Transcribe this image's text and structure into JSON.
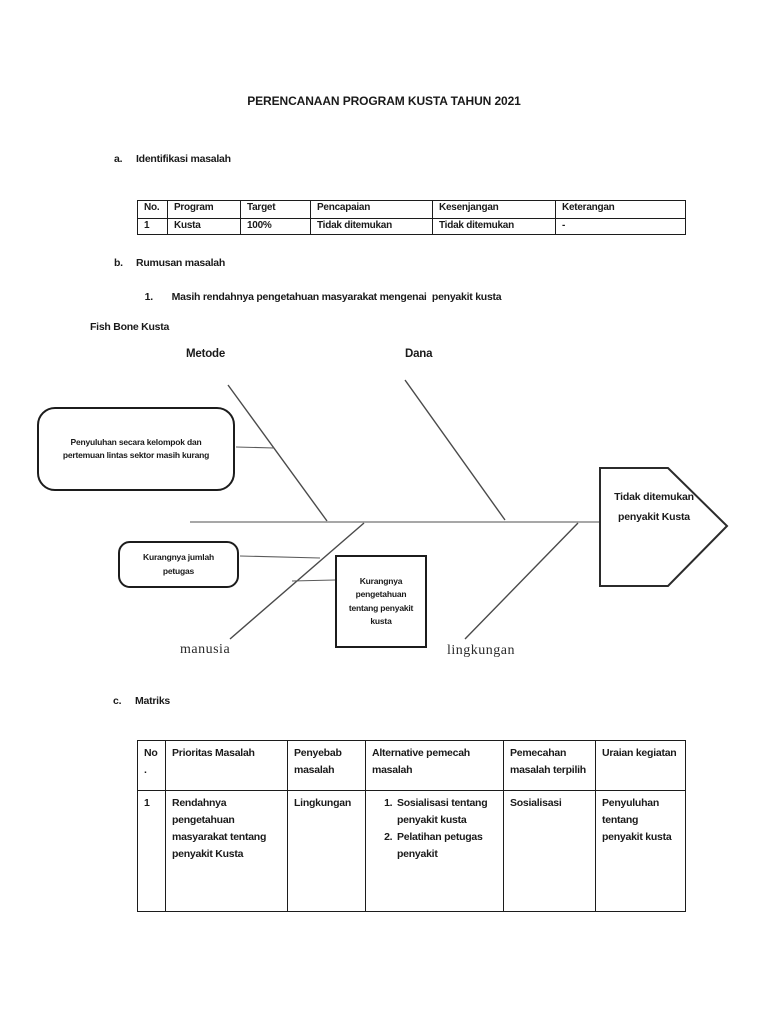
{
  "document": {
    "title": "PERENCANAAN PROGRAM KUSTA TAHUN 2021",
    "sections": {
      "a": {
        "letter": "a.",
        "label": "Identifikasi masalah"
      },
      "b": {
        "letter": "b.",
        "label": "Rumusan masalah",
        "item_no": "1.",
        "item_text": "Masih rendahnya pengetahuan masyarakat mengenai  penyakit kusta"
      },
      "c": {
        "letter": "c.",
        "label": "Matriks"
      }
    }
  },
  "identifikasi_table": {
    "headers": [
      "No.",
      "Program",
      "Target",
      "Pencapaian",
      "Kesenjangan",
      "Keterangan"
    ],
    "row": [
      "1",
      "Kusta",
      "100%",
      "Tidak ditemukan",
      "Tidak ditemukan",
      "-"
    ]
  },
  "fishbone": {
    "heading": "Fish Bone Kusta",
    "label_metode": "Metode",
    "label_dana": "Dana",
    "label_manusia": "manusia",
    "label_lingkungan": "lingkungan",
    "cause_metode": "Penyuluhan secara kelompok dan pertemuan lintas sektor masih kurang",
    "cause_manusia_1": "Kurangnya jumlah petugas",
    "cause_manusia_2": "Kurangnya pengetahuan tentang penyakit kusta",
    "effect": "Tidak ditemukan penyakit Kusta"
  },
  "matriks_table": {
    "headers": [
      "No .",
      "Prioritas Masalah",
      "Penyebab masalah",
      "Alternative pemecah masalah",
      "Pemecahan masalah terpilih",
      "Uraian kegiatan"
    ],
    "row": {
      "no": "1",
      "prioritas": "Rendahnya pengetahuan masyarakat tentang penyakit Kusta",
      "penyebab": "Lingkungan",
      "alternatives": [
        "Sosialisasi tentang penyakit kusta",
        "Pelatihan petugas penyakit"
      ],
      "terpilih": "Sosialisasi",
      "uraian": "Penyuluhan tentang penyakit kusta"
    }
  },
  "colors": {
    "background": "#ffffff",
    "text": "#1a1a1a",
    "table_border": "#1c1c1c",
    "bone_line": "#4a4a4a",
    "spine_line": "#8a8a8a"
  }
}
